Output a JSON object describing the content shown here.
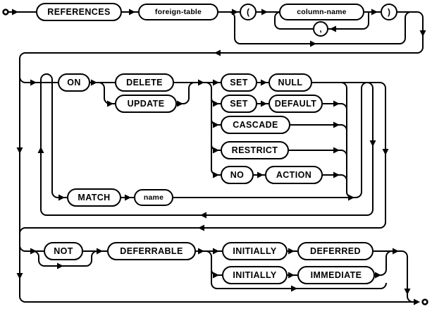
{
  "diagram": {
    "kind": "railroad-syntax-diagram",
    "colors": {
      "line": "#000000",
      "background": "#ffffff",
      "node_fill": "#ffffff",
      "text": "#000000"
    },
    "nodes": {
      "references": "REFERENCES",
      "foreign_table": "foreign-table",
      "lparen": "(",
      "column_name": "column-name",
      "comma": ",",
      "rparen": ")",
      "on": "ON",
      "delete": "DELETE",
      "update": "UPDATE",
      "set1": "SET",
      "null": "NULL",
      "set2": "SET",
      "default": "DEFAULT",
      "cascade": "CASCADE",
      "restrict": "RESTRICT",
      "no": "NO",
      "action": "ACTION",
      "match": "MATCH",
      "name": "name",
      "not": "NOT",
      "deferrable": "DEFERRABLE",
      "initially1": "INITIALLY",
      "deferred": "DEFERRED",
      "initially2": "INITIALLY",
      "immediate": "IMMEDIATE"
    }
  }
}
